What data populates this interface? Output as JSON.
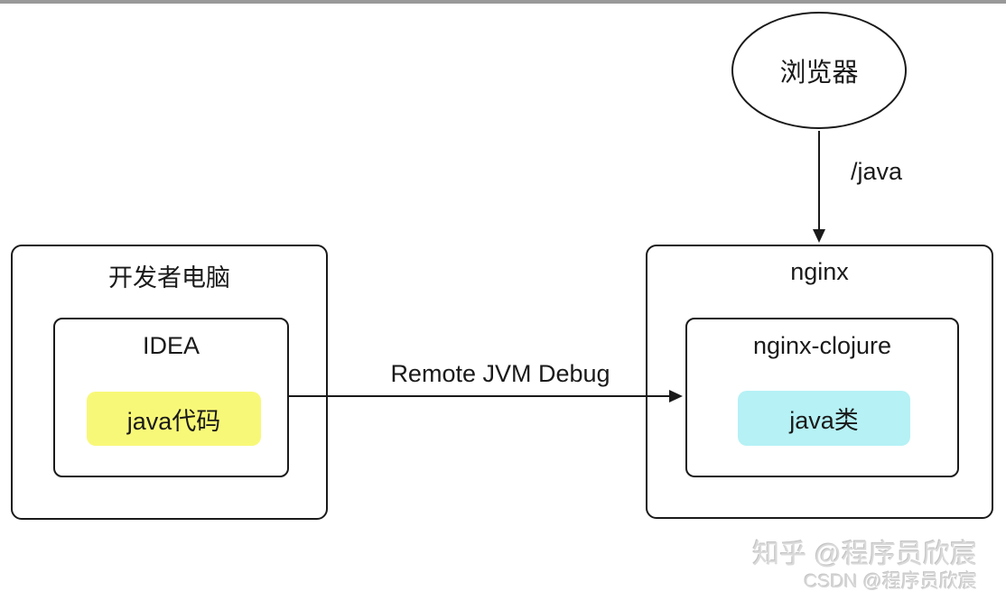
{
  "page": {
    "top_bar_color": "#999999",
    "background": "#ffffff",
    "stroke_color": "#1a1a1a"
  },
  "diagram": {
    "browser_node": {
      "label": "浏览器"
    },
    "request_edge": {
      "label": "/java"
    },
    "nginx_box": {
      "label": "nginx",
      "inner_box": {
        "label": "nginx-clojure",
        "chip": {
          "label": "java类",
          "color": "#b5f1f5"
        }
      }
    },
    "dev_box": {
      "label": "开发者电脑",
      "inner_box": {
        "label": "IDEA",
        "chip": {
          "label": "java代码",
          "color": "#f8f878"
        }
      }
    },
    "debug_edge": {
      "label": "Remote JVM Debug"
    }
  },
  "watermarks": {
    "zhihu": "知乎 @程序员欣宸",
    "csdn": "CSDN @程序员欣宸"
  }
}
